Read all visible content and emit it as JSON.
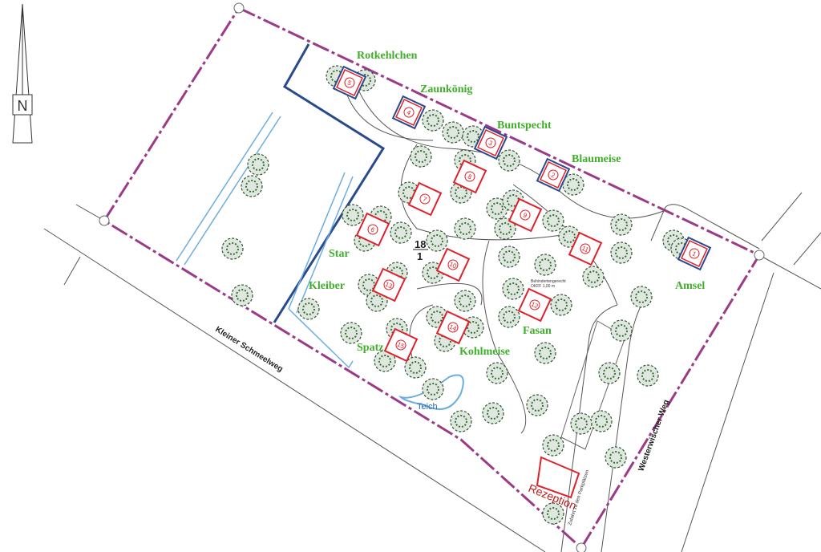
{
  "north_label": "N",
  "parcel_label": {
    "numerator": "18",
    "denominator": "1"
  },
  "roads": {
    "left": "Kleiner Schmeelweg",
    "right": "Westerwischer Weg",
    "access": "Zufahrt zu den Parkplätzen"
  },
  "pond_label": "Teich",
  "reception_label": "Rezeption",
  "accessible_note": {
    "line1": "Behindertengerecht",
    "line2": "OKFF 1,00 m"
  },
  "cabins": [
    {
      "number": "1",
      "name": "Amsel"
    },
    {
      "number": "2",
      "name": "Blaumeise"
    },
    {
      "number": "3",
      "name": "Buntspecht"
    },
    {
      "number": "4",
      "name": "Zaunkönig"
    },
    {
      "number": "5",
      "name": "Rotkehlchen"
    },
    {
      "number": "6",
      "name": "Star"
    },
    {
      "number": "7",
      "name": ""
    },
    {
      "number": "8",
      "name": ""
    },
    {
      "number": "9",
      "name": ""
    },
    {
      "number": "10",
      "name": ""
    },
    {
      "number": "11",
      "name": ""
    },
    {
      "number": "12",
      "name": "Fasan"
    },
    {
      "number": "13",
      "name": "Kleiber"
    },
    {
      "number": "14",
      "name": "Kohlmeise"
    },
    {
      "number": "15",
      "name": "Spatz"
    }
  ],
  "colors": {
    "boundary": "#9b3a86",
    "label": "#3fae2a",
    "cabin": "#e0202a",
    "blue_line": "#2a4a8c",
    "water": "#6aaee0",
    "tree": "#3d6b3d"
  }
}
